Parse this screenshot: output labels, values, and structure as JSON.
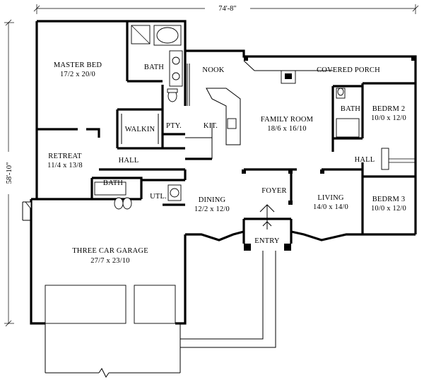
{
  "dimensions": {
    "width": "74'-8\"",
    "depth": "58'-10\""
  },
  "rooms": {
    "master_bed": {
      "name": "MASTER BED",
      "size": "17/2 x 20/0"
    },
    "master_bath": {
      "name": "BATH"
    },
    "nook": {
      "name": "NOOK"
    },
    "covered_porch": {
      "name": "COVERED PORCH"
    },
    "walkin": {
      "name": "WALKIN"
    },
    "pantry": {
      "name": "PTY."
    },
    "kitchen": {
      "name": "KIT."
    },
    "family_room": {
      "name": "FAMILY ROOM",
      "size": "18/6 x 16/10"
    },
    "bath_2": {
      "name": "BATH"
    },
    "bedroom_2": {
      "name": "BEDRM 2",
      "size": "10/0 x 12/0"
    },
    "retreat": {
      "name": "RETREAT",
      "size": "11/4 x 13/8"
    },
    "hall_left": {
      "name": "HALL"
    },
    "hall_right": {
      "name": "HALL"
    },
    "bath_3": {
      "name": "BATH"
    },
    "utility": {
      "name": "UTL."
    },
    "dining": {
      "name": "DINING",
      "size": "12/2 x 12/0"
    },
    "foyer": {
      "name": "FOYER"
    },
    "living": {
      "name": "LIVING",
      "size": "14/0 x 14/0"
    },
    "bedroom_3": {
      "name": "BEDRM 3",
      "size": "10/0 x 12/0"
    },
    "entry": {
      "name": "ENTRY"
    },
    "garage": {
      "name": "THREE CAR GARAGE",
      "size": "27/7 x 23/10"
    }
  }
}
